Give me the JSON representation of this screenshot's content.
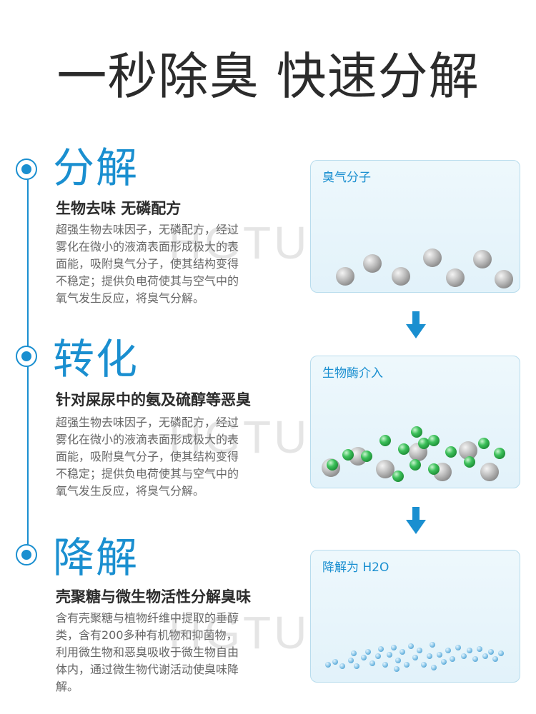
{
  "title": "一秒除臭 快速分解",
  "watermark": "HGTUDIO",
  "steps": [
    {
      "heading": "分解",
      "subtitle": "生物去味 无磷配方",
      "lines": [
        "超强生物去味因子，无磷配方，经过",
        "雾化在微小的液滴表面形成极大的表",
        "面能，吸附臭气分子，使其结构变得",
        "不稳定；提供负电荷使其与空气中的",
        "氧气发生反应，将臭气分解。"
      ],
      "panel_label": "臭气分子"
    },
    {
      "heading": "转化",
      "subtitle": "针对屎尿中的氨及硫醇等恶臭",
      "lines": [
        "超强生物去味因子，无磷配方，经过",
        "雾化在微小的液滴表面形成极大的表",
        "面能，吸附臭气分子，使其结构变得",
        "不稳定；提供负电荷使其与空气中的",
        "氧气发生反应，将臭气分解。"
      ],
      "panel_label": "生物酶介入"
    },
    {
      "heading": "降解",
      "subtitle": "壳聚糖与微生物活性分解臭味",
      "lines": [
        "含有壳聚糖与植物纤维中提取的垂醇",
        "类，含有200多种有机物和抑菌物，",
        "利用微生物和恶臭吸收于微生物自由",
        "体内，通过微生物代谢活动使臭味降",
        "解。"
      ],
      "panel_label": "降解为 H2O"
    }
  ],
  "colors": {
    "accent": "#1a8fd0",
    "title": "#2b2b2b",
    "body": "#666666",
    "odor_molecule": "#b5b5b5",
    "enzyme": "#3cc05a",
    "water_droplet": "#8fc9ea"
  },
  "icons": [
    "timeline-node-icon",
    "down-arrow-icon",
    "odor-molecule-icon",
    "enzyme-molecule-icon",
    "water-droplet-icon"
  ]
}
